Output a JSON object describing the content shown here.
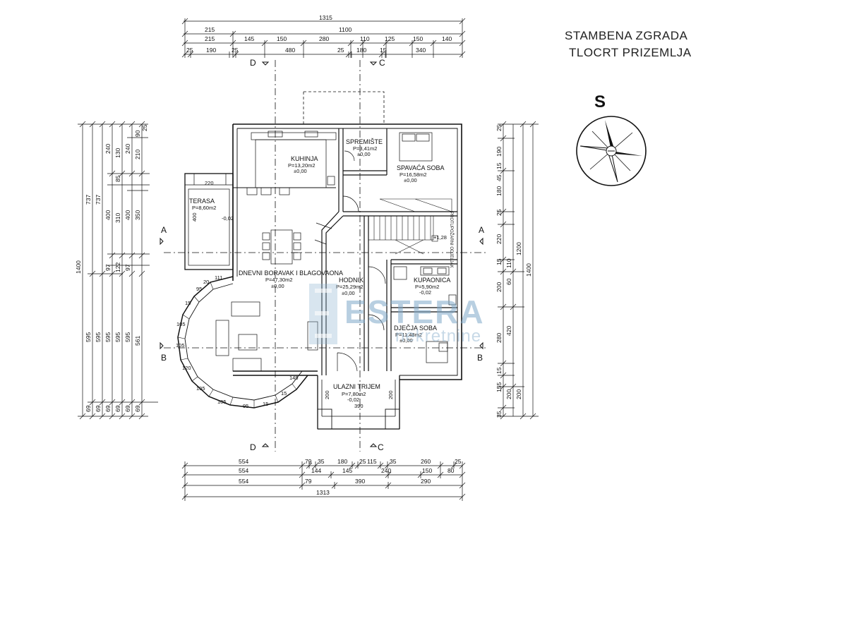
{
  "title": {
    "line1": "STAMBENA ZGRADA",
    "line2": "TLOCRT PRIZEMLJA"
  },
  "compass": {
    "label": "S"
  },
  "watermark": {
    "brand": "ESTERA",
    "sub": "nekretnine"
  },
  "sections": {
    "a_left": "A",
    "a_right": "A",
    "b_left": "B",
    "b_right": "B",
    "c_top": "C",
    "c_bottom": "C",
    "d_top": "D",
    "d_bottom": "D"
  },
  "rooms": {
    "kuhinja": {
      "name": "KUHINJA",
      "area": "P=13,20m2",
      "level": "±0,00"
    },
    "spremiste": {
      "name": "SPREMIŠTE",
      "area": "P=3,41m2",
      "level": "±0,00"
    },
    "spavaca": {
      "name": "SPAVAĆA SOBA",
      "area": "P=16,58m2",
      "level": "±0,00"
    },
    "terasa": {
      "name": "TERASA",
      "area": "P=8,60m2",
      "level": "-0,02"
    },
    "dnevni": {
      "name": "DNEVNI BORAVAK I BLAGOVAONA",
      "area": "P=47,30m2",
      "level": "±0,00"
    },
    "hodnik": {
      "name": "HODNIK",
      "area": "P=25,29m2",
      "level": "±0,00"
    },
    "kupaonica": {
      "name": "KUPAONICA",
      "area": "P=5,90m2",
      "level": "-0,02"
    },
    "djecja": {
      "name": "DJEČJA SOBA",
      "area": "P=11,48m2",
      "level": "±0,00"
    },
    "trijem": {
      "name": "ULAZNI TRIJEM",
      "area": "P=7,80m2",
      "level": "-0,02"
    }
  },
  "labels": {
    "stair_level": "+1,28",
    "terasa_w": "220",
    "terasa_h": "400",
    "trijem_w1": "200",
    "trijem_w2": "200",
    "trijem_h": "390",
    "fire_note": "PROTUPOŽARNI ODJELJAK"
  },
  "dims": {
    "top": {
      "total": "1315",
      "row1": [
        "215",
        "1100"
      ],
      "row2": [
        "215",
        "145",
        "150",
        "280",
        "110",
        "125",
        "150",
        "140"
      ],
      "row3": [
        "25",
        "190",
        "25",
        "480",
        "25",
        "180",
        "15",
        "340"
      ]
    },
    "bottom": {
      "row1": [
        "554",
        "79",
        "35",
        "180",
        "25",
        "115",
        "35",
        "260",
        "25"
      ],
      "row2": [
        "554",
        "144",
        "145",
        "240",
        "150",
        "80"
      ],
      "row3": [
        "554",
        "79",
        "390",
        "290"
      ],
      "total": "1313"
    },
    "left": {
      "total": "1400",
      "c2": [
        "737",
        "595",
        "69"
      ],
      "c3": [
        "737",
        "595",
        "69"
      ],
      "c4": [
        "240",
        "400",
        "97",
        "595",
        "69"
      ],
      "c5": [
        "130",
        "85",
        "310",
        "122",
        "595",
        "69"
      ],
      "c6": [
        "240",
        "400",
        "97",
        "595",
        "69"
      ],
      "c7": [
        "90",
        "210",
        "350",
        "561",
        "69"
      ],
      "c8": [
        "25"
      ]
    },
    "right": {
      "c1": [
        "25",
        "190",
        "15",
        "45",
        "180",
        "25",
        "220",
        "15",
        "110",
        "200",
        "280",
        "15",
        "155",
        "200",
        "35"
      ],
      "c2": [
        "1200",
        "60",
        "420",
        "200"
      ],
      "c3": [
        "1400"
      ]
    },
    "bay": [
      "111",
      "95",
      "20",
      "15",
      "105",
      "105",
      "120",
      "105",
      "105",
      "95",
      "15",
      "15",
      "149"
    ]
  }
}
